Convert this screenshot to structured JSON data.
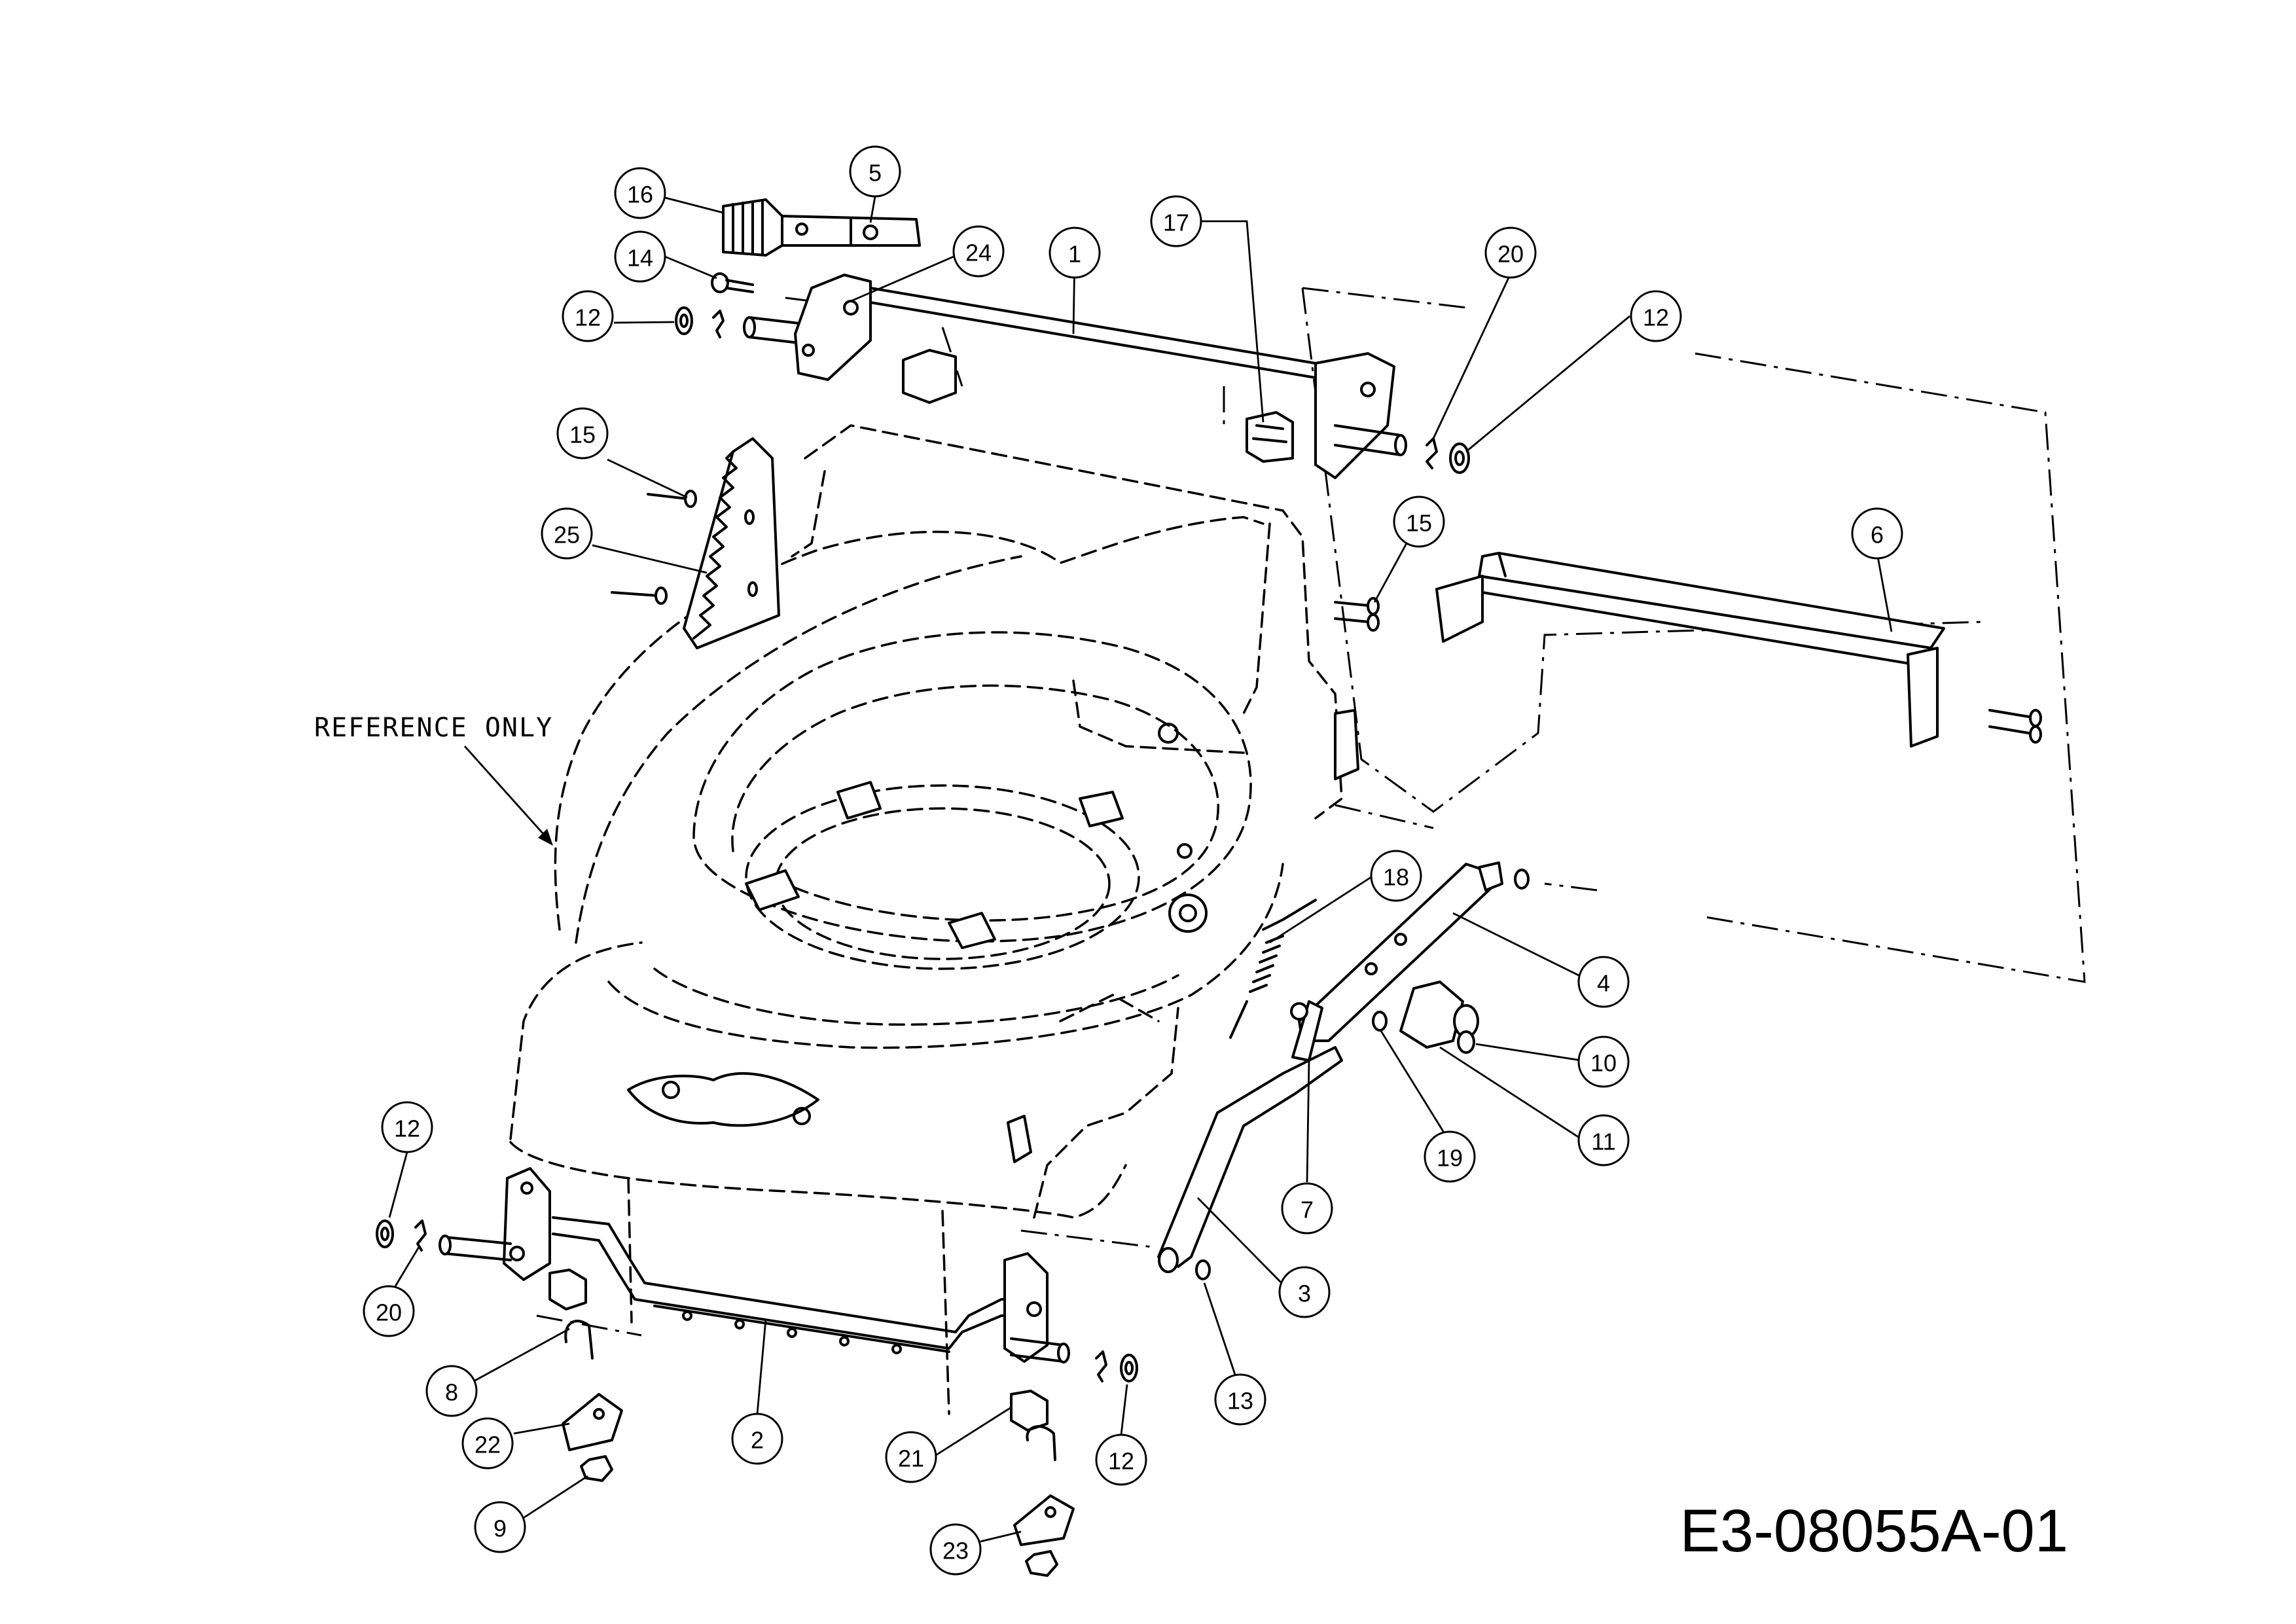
{
  "reference_note": "REFERENCE ONLY",
  "drawing_number": "E3-08055A-01",
  "callouts": [
    {
      "id": "c1",
      "label": "1"
    },
    {
      "id": "c2",
      "label": "2"
    },
    {
      "id": "c3",
      "label": "3"
    },
    {
      "id": "c4",
      "label": "4"
    },
    {
      "id": "c5",
      "label": "5"
    },
    {
      "id": "c6",
      "label": "6"
    },
    {
      "id": "c7",
      "label": "7"
    },
    {
      "id": "c8",
      "label": "8"
    },
    {
      "id": "c9",
      "label": "9"
    },
    {
      "id": "c10",
      "label": "10"
    },
    {
      "id": "c11",
      "label": "11"
    },
    {
      "id": "c12a",
      "label": "12"
    },
    {
      "id": "c12b",
      "label": "12"
    },
    {
      "id": "c12c",
      "label": "12"
    },
    {
      "id": "c12d",
      "label": "12"
    },
    {
      "id": "c13",
      "label": "13"
    },
    {
      "id": "c14",
      "label": "14"
    },
    {
      "id": "c15a",
      "label": "15"
    },
    {
      "id": "c15b",
      "label": "15"
    },
    {
      "id": "c16",
      "label": "16"
    },
    {
      "id": "c17",
      "label": "17"
    },
    {
      "id": "c18",
      "label": "18"
    },
    {
      "id": "c19",
      "label": "19"
    },
    {
      "id": "c20a",
      "label": "20"
    },
    {
      "id": "c20b",
      "label": "20"
    },
    {
      "id": "c21",
      "label": "21"
    },
    {
      "id": "c22",
      "label": "22"
    },
    {
      "id": "c23",
      "label": "23"
    },
    {
      "id": "c24",
      "label": "24"
    },
    {
      "id": "c25",
      "label": "25"
    }
  ]
}
